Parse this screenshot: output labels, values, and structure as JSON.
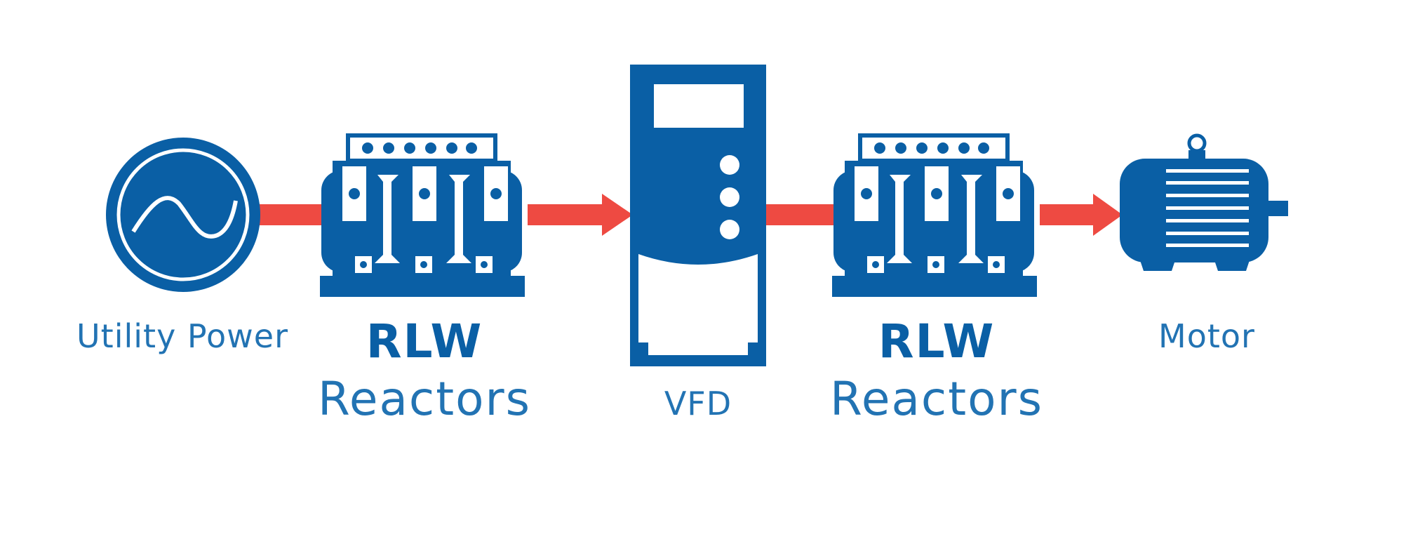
{
  "colors": {
    "primary_blue": "#0a5fa5",
    "label_blue": "#2273b3",
    "arrow_red": "#ee4a42",
    "background": "#ffffff"
  },
  "nodes": [
    {
      "id": "utility",
      "icon": "ac-sine-source-icon",
      "label": "Utility Power"
    },
    {
      "id": "reactor-in",
      "icon": "reactor-icon",
      "label_bold": "RLW",
      "label": "Reactors"
    },
    {
      "id": "vfd",
      "icon": "vfd-drive-icon",
      "label": "VFD"
    },
    {
      "id": "reactor-out",
      "icon": "reactor-icon",
      "label_bold": "RLW",
      "label": "Reactors"
    },
    {
      "id": "motor",
      "icon": "motor-icon",
      "label": "Motor"
    }
  ],
  "connections": [
    {
      "from": "utility",
      "to": "reactor-in",
      "arrow": false
    },
    {
      "from": "reactor-in",
      "to": "vfd",
      "arrow": true
    },
    {
      "from": "vfd",
      "to": "reactor-out",
      "arrow": false
    },
    {
      "from": "reactor-out",
      "to": "motor",
      "arrow": true
    }
  ]
}
